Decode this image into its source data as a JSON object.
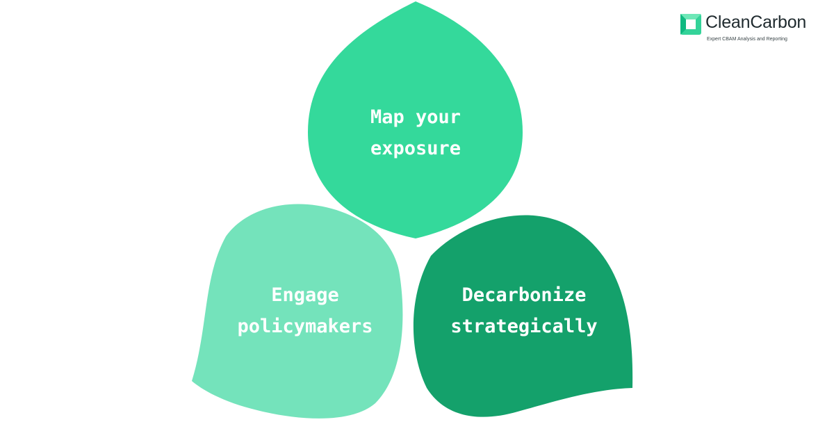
{
  "brand": {
    "name": "CleanCarbon",
    "tagline": "Expert CBAM Analysis and Reporting",
    "logo_icon": "clean-carbon-logo-icon",
    "logo_color": "#34D399"
  },
  "diagram": {
    "petals": [
      {
        "id": "map",
        "line1": "Map your",
        "line2": "exposure",
        "color": "#34D99B"
      },
      {
        "id": "engage",
        "line1": "Engage",
        "line2": "policymakers",
        "color": "#74E3BB"
      },
      {
        "id": "decarbonize",
        "line1": "Decarbonize",
        "line2": "strategically",
        "color": "#14A16B"
      }
    ]
  }
}
